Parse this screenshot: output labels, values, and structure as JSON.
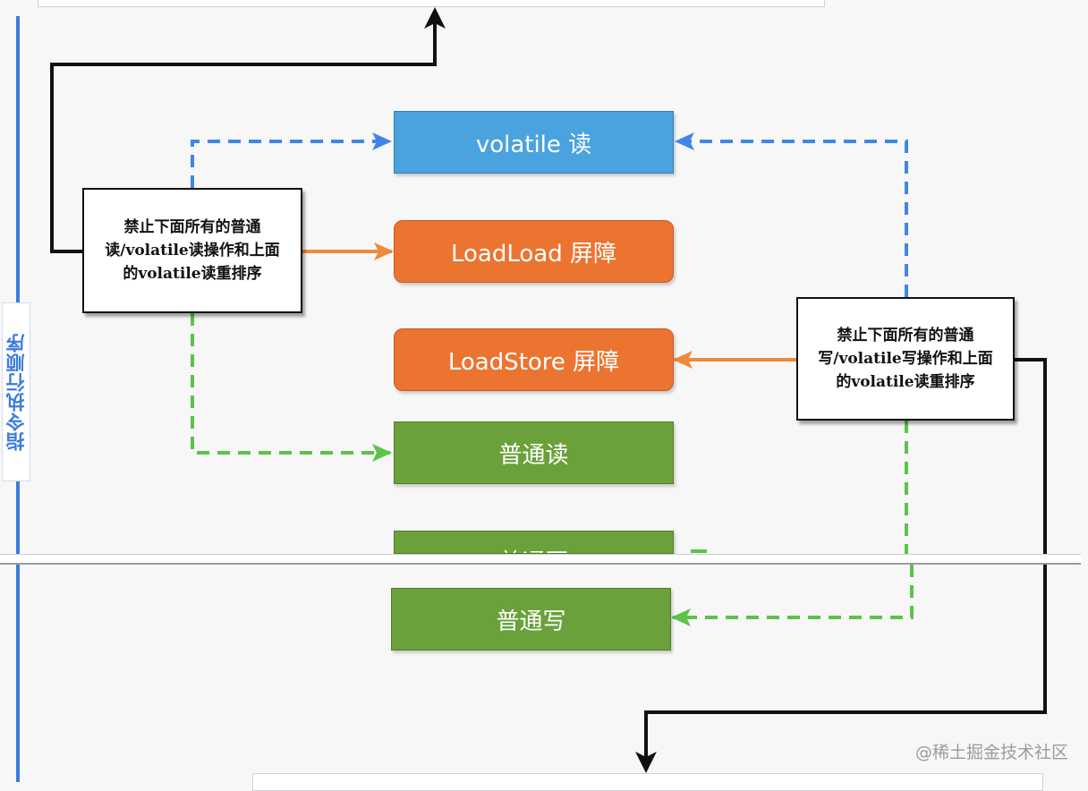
{
  "sidebar": {
    "label": "指令执行顺序"
  },
  "nodes": {
    "volatile_read": "volatile 读",
    "loadload_barrier": "LoadLoad 屏障",
    "loadstore_barrier": "LoadStore 屏障",
    "normal_read": "普通读",
    "normal_write_partial": "普通写",
    "normal_write": "普通写"
  },
  "notes": {
    "left": "禁止下面所有的普通\n读/volatile读操作和上面\n的volatile读重排序",
    "right": "禁止下面所有的普通\n写/volatile写操作和上面\n的volatile读重排序"
  },
  "watermark": "@稀土掘金技术社区",
  "colors": {
    "blue": "#4aa3df",
    "orange": "#ec7431",
    "green": "#6ba13a",
    "blue_arrow": "#3f86ea",
    "green_arrow": "#5cc24a",
    "orange_arrow": "#ee8a3c",
    "axis": "#3d7bdc"
  }
}
